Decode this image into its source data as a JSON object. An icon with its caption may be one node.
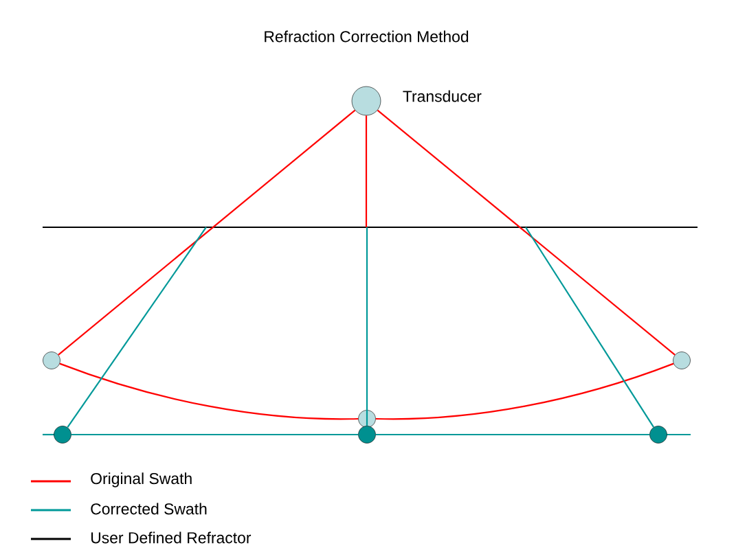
{
  "diagram": {
    "title": "Refraction Correction Method",
    "nodes": [
      {
        "text": [],
        "shape": "circle",
        "beside": [
          "Transducer"
        ]
      },
      {
        "text": [],
        "shape": "circle"
      },
      {
        "text": [],
        "shape": "circle"
      },
      {
        "text": [],
        "shape": "circle"
      },
      {
        "text": [],
        "shape": "circle"
      },
      {
        "text": [],
        "shape": "circle"
      },
      {
        "text": [],
        "shape": "circle"
      }
    ],
    "edges": [
      {
        "from": 0,
        "to": 1,
        "arrow": "none",
        "color": "#ff0000"
      },
      {
        "from": 0,
        "to": 3,
        "arrow": "none",
        "color": "#ff0000"
      },
      {
        "from": 0,
        "to": null,
        "arrow": "none",
        "color": "#ff0000"
      },
      {
        "from": 1,
        "to": 2,
        "arrow": "none",
        "color": "#ff0000"
      },
      {
        "from": 2,
        "to": 3,
        "arrow": "none",
        "color": "#ff0000"
      },
      {
        "from": null,
        "to": 4,
        "arrow": "none",
        "color": "#009999"
      },
      {
        "from": null,
        "to": 5,
        "arrow": "none",
        "color": "#009999"
      },
      {
        "from": null,
        "to": 6,
        "arrow": "none",
        "color": "#009999"
      },
      {
        "from": 4,
        "to": 5,
        "arrow": "none",
        "color": "#009999"
      },
      {
        "from": 5,
        "to": 6,
        "arrow": "none",
        "color": "#009999"
      }
    ],
    "legend": [
      {
        "text": "Original Swath",
        "color": "#ff0000"
      },
      {
        "text": "Corrected Swath",
        "color": "#009999"
      },
      {
        "text": "User Defined Refractor",
        "color": "#000000"
      }
    ]
  }
}
